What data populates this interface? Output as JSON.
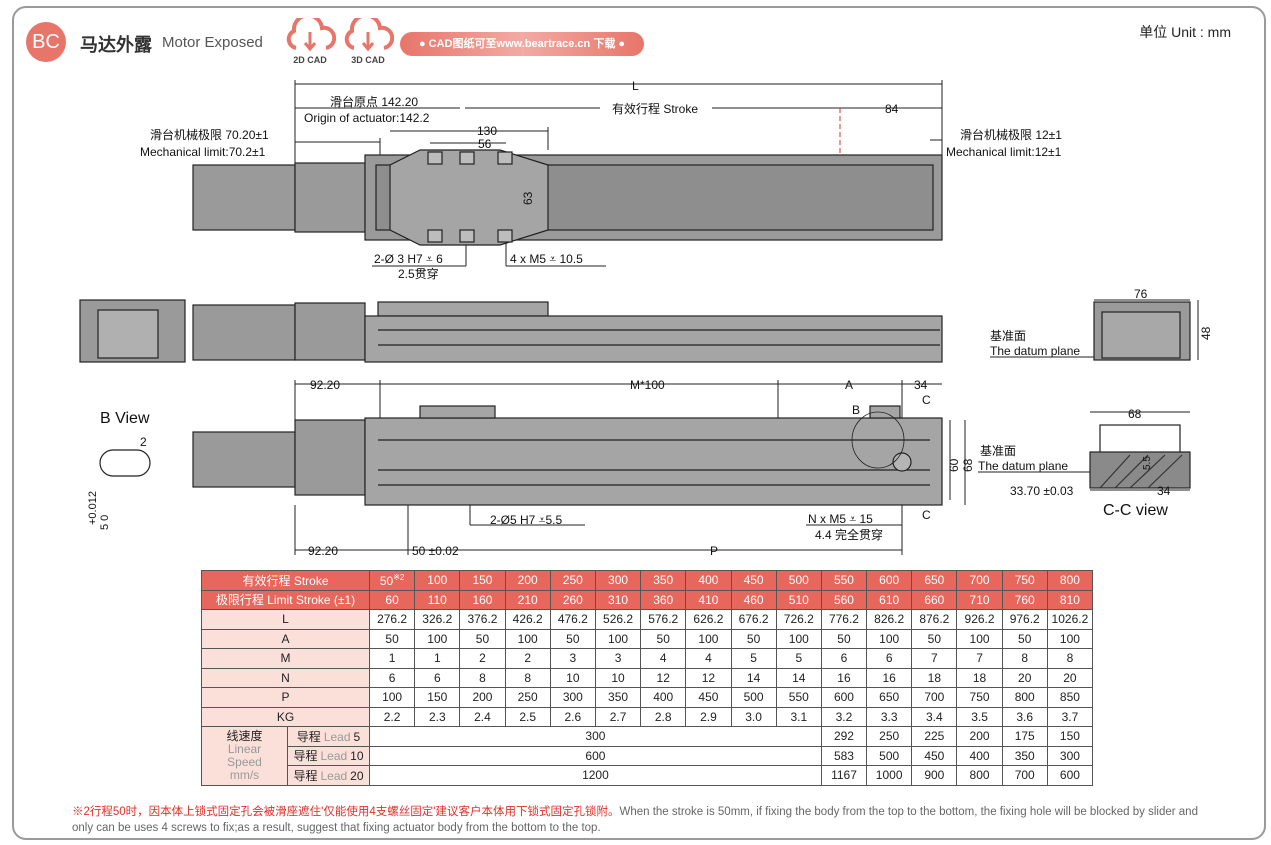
{
  "header": {
    "logo": "BC",
    "title_cn": "马达外露",
    "title_en": "Motor Exposed",
    "cad_2d": "2D CAD",
    "cad_3d": "3D CAD",
    "banner": "● CAD图纸可至www.beartrace.cn 下载 ●",
    "unit": "单位  Unit : mm",
    "accent": "#e8675d"
  },
  "drawing": {
    "L": "L",
    "origin_cn": "滑台原点 142.20",
    "origin_en": "Origin of actuator:142.2",
    "stroke": "有效行程 Stroke",
    "d84": "84",
    "mech_left_cn": "滑台机械极限 70.20±1",
    "mech_left_en": "Mechanical limit:70.2±1",
    "mech_right_cn": "滑台机械极限 12±1",
    "mech_right_en": "Mechanical limit:12±1",
    "d130": "130",
    "d56": "56",
    "d63": "63",
    "hole1": "2-Ø 3 H7 ⩡ 6",
    "hole1_sub": "2.5贯穿",
    "hole2": "4 x  M5 ⩡ 10.5",
    "d76": "76",
    "d48": "48",
    "datum_cn": "基准面",
    "datum_en": "The datum plane",
    "d9220a": "92.20",
    "m100": "M*100",
    "A": "A",
    "d34": "34",
    "C": "C",
    "B": "B",
    "b_view": "B View",
    "d2": "2",
    "tol": "+0.012",
    "tol2": "5   0",
    "d60": "60",
    "d68": "68",
    "hole3": "2-Ø5 H7 ⩡5.5",
    "hole4": "N x M5 ⩡ 15",
    "hole4_sub": "4.4 完全贯穿",
    "d9220b": "92.20",
    "d50": "50 ±0.02",
    "P": "P",
    "d68b": "68",
    "d55": "5.5",
    "d3370": "33.70 ±0.03",
    "d34b": "34",
    "cc_view": "C-C view"
  },
  "table": {
    "stroke_label": "有效行程  Stroke",
    "limit_label": "极限行程  Limit Stroke (±1)",
    "strokes": [
      "50",
      "100",
      "150",
      "200",
      "250",
      "300",
      "350",
      "400",
      "450",
      "500",
      "550",
      "600",
      "650",
      "700",
      "750",
      "800"
    ],
    "stroke_note": "※2",
    "limits": [
      "60",
      "110",
      "160",
      "210",
      "260",
      "310",
      "360",
      "410",
      "460",
      "510",
      "560",
      "610",
      "660",
      "710",
      "760",
      "810"
    ],
    "rows": [
      {
        "label": "L",
        "values": [
          "276.2",
          "326.2",
          "376.2",
          "426.2",
          "476.2",
          "526.2",
          "576.2",
          "626.2",
          "676.2",
          "726.2",
          "776.2",
          "826.2",
          "876.2",
          "926.2",
          "976.2",
          "1026.2"
        ]
      },
      {
        "label": "A",
        "values": [
          "50",
          "100",
          "50",
          "100",
          "50",
          "100",
          "50",
          "100",
          "50",
          "100",
          "50",
          "100",
          "50",
          "100",
          "50",
          "100"
        ]
      },
      {
        "label": "M",
        "values": [
          "1",
          "1",
          "2",
          "2",
          "3",
          "3",
          "4",
          "4",
          "5",
          "5",
          "6",
          "6",
          "7",
          "7",
          "8",
          "8"
        ]
      },
      {
        "label": "N",
        "values": [
          "6",
          "6",
          "8",
          "8",
          "10",
          "10",
          "12",
          "12",
          "14",
          "14",
          "16",
          "16",
          "18",
          "18",
          "20",
          "20"
        ]
      },
      {
        "label": "P",
        "values": [
          "100",
          "150",
          "200",
          "250",
          "300",
          "350",
          "400",
          "450",
          "500",
          "550",
          "600",
          "650",
          "700",
          "750",
          "800",
          "850"
        ]
      },
      {
        "label": "KG",
        "values": [
          "2.2",
          "2.3",
          "2.4",
          "2.5",
          "2.6",
          "2.7",
          "2.8",
          "2.9",
          "3.0",
          "3.1",
          "3.2",
          "3.3",
          "3.4",
          "3.5",
          "3.6",
          "3.7"
        ]
      }
    ],
    "speed_cn": "线速度",
    "speed_en1": "Linear",
    "speed_en2": "Speed",
    "speed_unit": "mm/s",
    "leads": [
      {
        "cn": "导程",
        "en": "Lead",
        "num": "5",
        "merged": "300",
        "values": [
          "292",
          "250",
          "225",
          "200",
          "175",
          "150"
        ]
      },
      {
        "cn": "导程",
        "en": "Lead",
        "num": "10",
        "merged": "600",
        "values": [
          "583",
          "500",
          "450",
          "400",
          "350",
          "300"
        ]
      },
      {
        "cn": "导程",
        "en": "Lead",
        "num": "20",
        "merged": "1200",
        "values": [
          "1167",
          "1000",
          "900",
          "800",
          "700",
          "600"
        ]
      }
    ]
  },
  "note": {
    "cn": "※2行程50时，因本体上锁式固定孔会被滑座遮住'仅能使用4支螺丝固定'建议客户本体用下锁式固定孔锁附。",
    "en": "When the stroke is 50mm, if fixing the body from the top to the bottom, the fixing hole will be blocked by slider and only can be uses 4 screws to fix;as a result, suggest that fixing actuator body from the bottom to the top."
  }
}
